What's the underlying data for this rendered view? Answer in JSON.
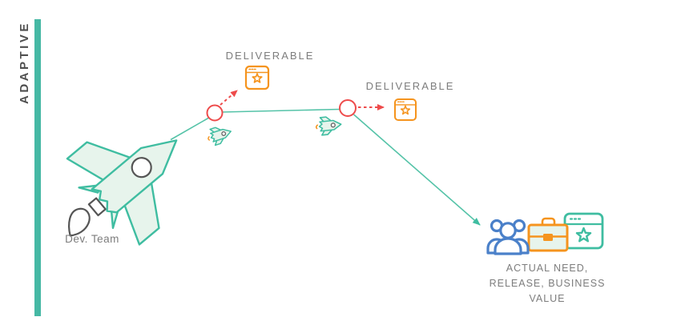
{
  "colors": {
    "teal": "#3fbda1",
    "teal-bar": "#45b8a4",
    "teal-line": "#55c3a8",
    "teal-fill": "#e7f4ec",
    "red": "#ee4b4b",
    "orange": "#f5941e",
    "blue": "#4a80c9",
    "gray-text": "#7d7d7d",
    "dark-text": "#4f4f4f"
  },
  "sidebar": {
    "label": "ADAPTIVE"
  },
  "labels": {
    "dev_team": "Dev. Team",
    "deliverable1": "DELIVERABLE",
    "deliverable2": "DELIVERABLE",
    "outcome": "ACTUAL NEED,\nRELEASE, BUSINESS\nVALUE"
  },
  "icons": {
    "rocket": "dev-team-rocket-icon",
    "mini_rockets": [
      "mini-rocket-icon-1",
      "mini-rocket-icon-2"
    ],
    "iteration_nodes": 2,
    "deliverable_icon": "browser-window-star-icon",
    "outcome_icons": [
      "users-icon",
      "briefcase-icon",
      "release-window-star-icon"
    ]
  }
}
